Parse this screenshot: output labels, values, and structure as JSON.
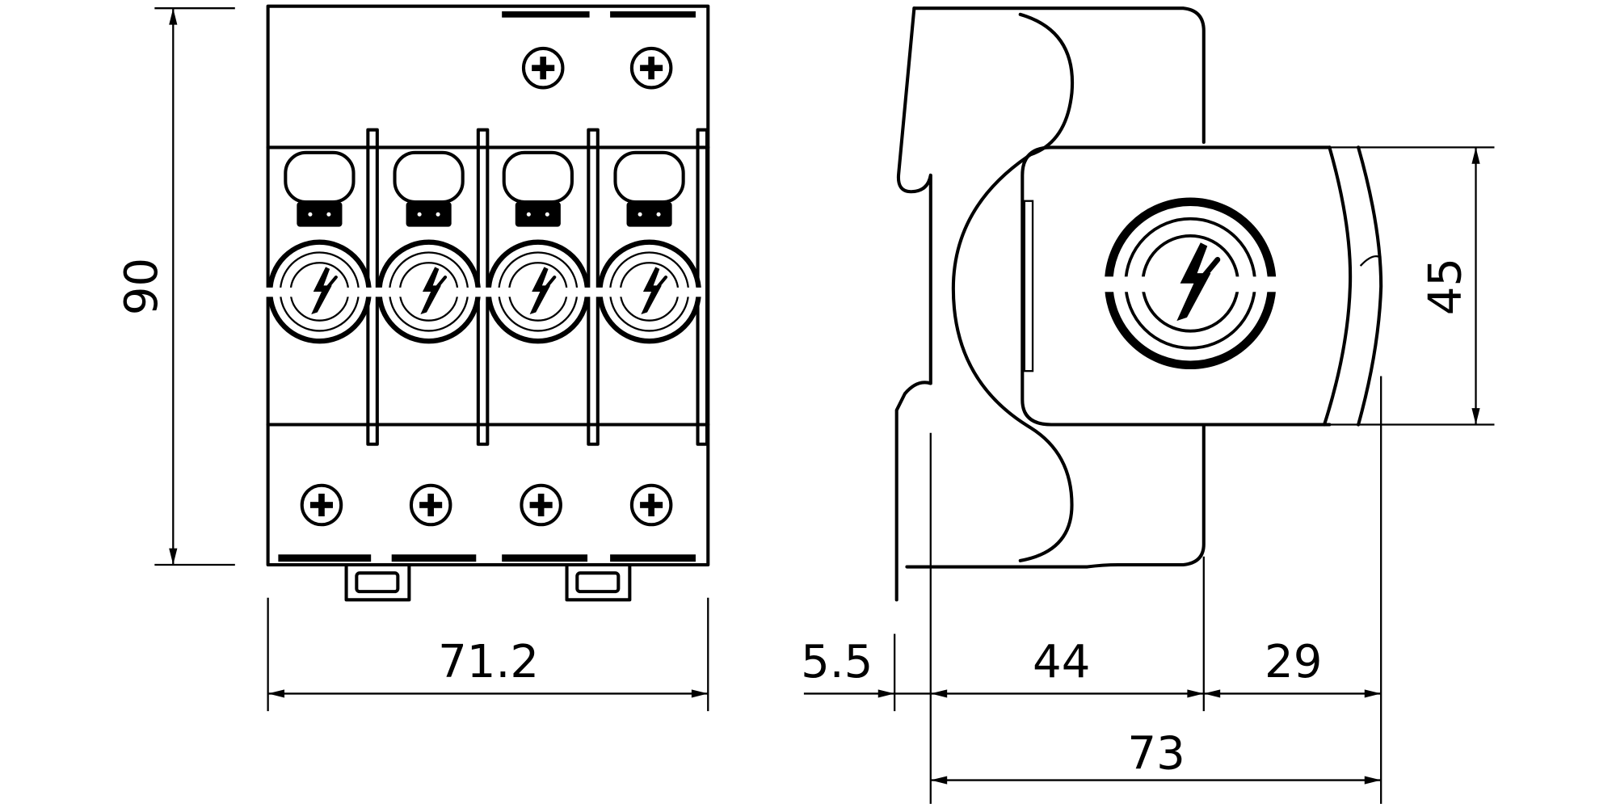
{
  "drawing": {
    "front_view": {
      "modules": 4,
      "dimensions": {
        "height": "90",
        "width": "71.2"
      }
    },
    "side_view": {
      "dimensions": {
        "cover_height": "45",
        "rail_offset": "5.5",
        "body_depth": "44",
        "cover_depth": "29",
        "total_depth": "73"
      }
    },
    "colors": {
      "line": "#000000",
      "background": "#ffffff"
    }
  }
}
